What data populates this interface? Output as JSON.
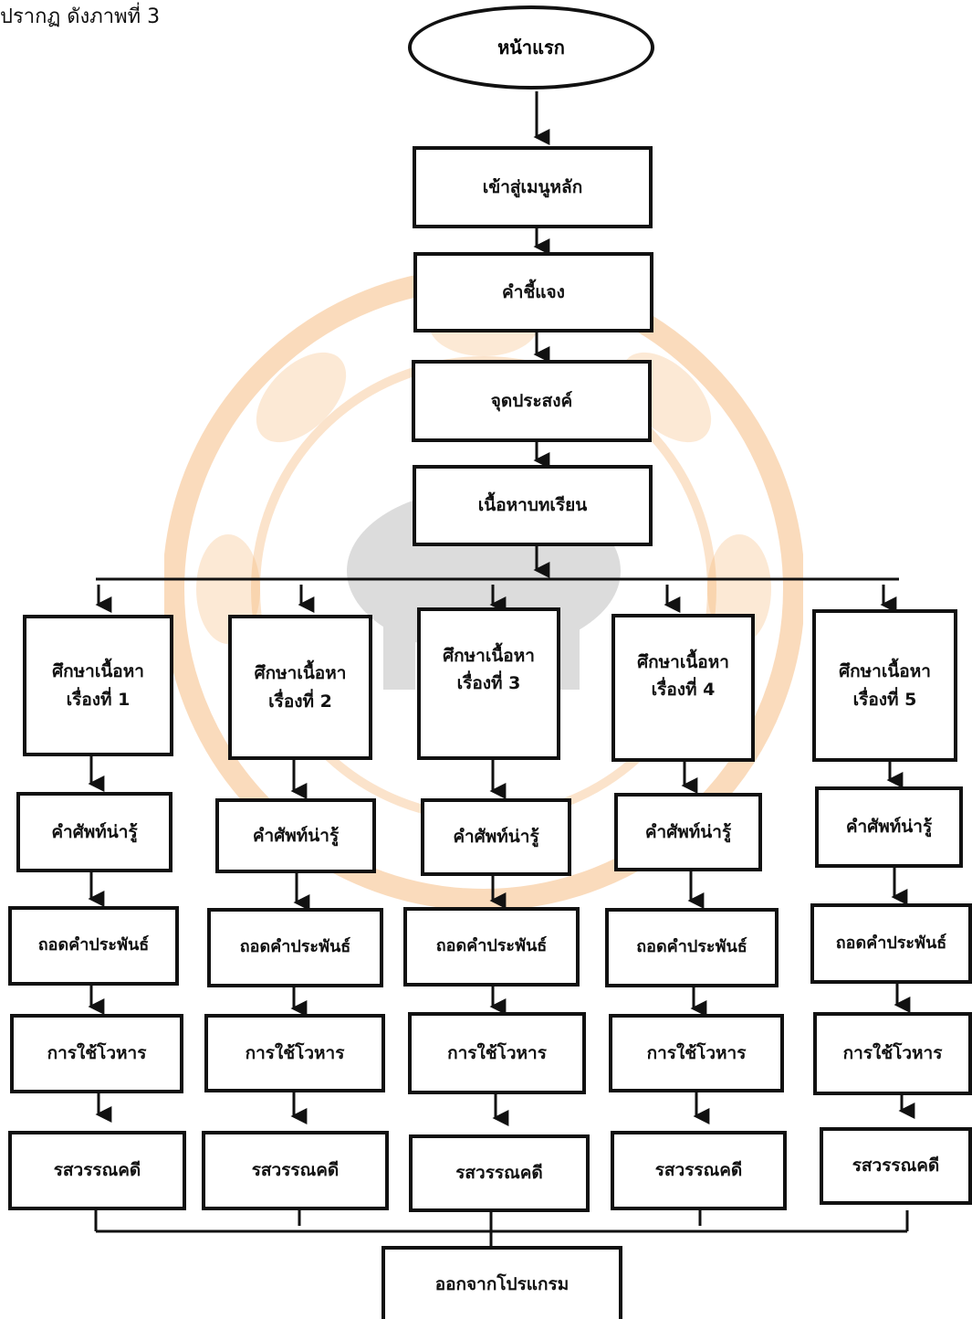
{
  "caption": "ปรากฏ ดังภาพที่ 3",
  "start": "หน้าแรก",
  "main_menu": "เข้าสู่เมนูหลัก",
  "instructions": "คำชี้แจง",
  "objectives": "จุดประสงค์",
  "lesson_content": "เนื้อหาบทเรียน",
  "topic_prefix": "ศึกษาเนื้อหา",
  "topics": [
    "เรื่องที่ 1",
    "เรื่องที่ 2",
    "เรื่องที่ 3",
    "เรื่องที่ 4",
    "เรื่องที่ 5"
  ],
  "sub_steps": [
    "คำศัพท์น่ารู้",
    "ถอดคำประพันธ์",
    "การใช้โวหาร",
    "รสวรรณคดี"
  ],
  "exit": "ออกจากโปรแกรม",
  "colors": {
    "line": "#111111",
    "watermark": "#f2a650"
  }
}
